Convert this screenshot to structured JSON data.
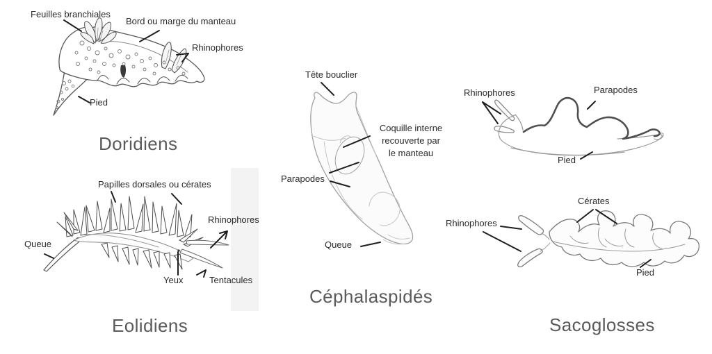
{
  "figure_type": "anatomical comparison diagram of sea slug groups (French labels)",
  "colors": {
    "background": "#ffffff",
    "label_text": "#2a2a2a",
    "title_text": "#5a5a5b",
    "leader_line": "#1e1e1e",
    "sketch_dark": "#4f4f4f",
    "sketch_mid": "#8c8c8c",
    "sketch_light": "#b0b0b0",
    "band": "#f3f3f3"
  },
  "groups": {
    "doridiens": {
      "title": "Doridiens",
      "labels": {
        "feuilles_branchiales": "Feuilles branchiales",
        "bord_manteau": "Bord ou marge du manteau",
        "rhinophores": "Rhinophores",
        "pied": "Pied"
      }
    },
    "eolidiens": {
      "title": "Eolidiens",
      "labels": {
        "papilles": "Papilles dorsales ou cérates",
        "queue": "Queue",
        "rhinophores": "Rhinophores",
        "yeux": "Yeux",
        "tentacules": "Tentacules"
      }
    },
    "cephalaspides": {
      "title": "Céphalaspidés",
      "labels": {
        "tete_bouclier": "Tête bouclier",
        "coquille_line1": "Coquille interne",
        "coquille_line2": "recouverte par",
        "coquille_line3": "le manteau",
        "parapodes": "Parapodes",
        "queue": "Queue"
      }
    },
    "sacoglosses": {
      "title": "Sacoglosses",
      "labels": {
        "rhinophores_top": "Rhinophores",
        "parapodes": "Parapodes",
        "pied_top": "Pied",
        "cerates": "Cérates",
        "rhinophores_bottom": "Rhinophores",
        "pied_bottom": "Pied"
      }
    }
  }
}
